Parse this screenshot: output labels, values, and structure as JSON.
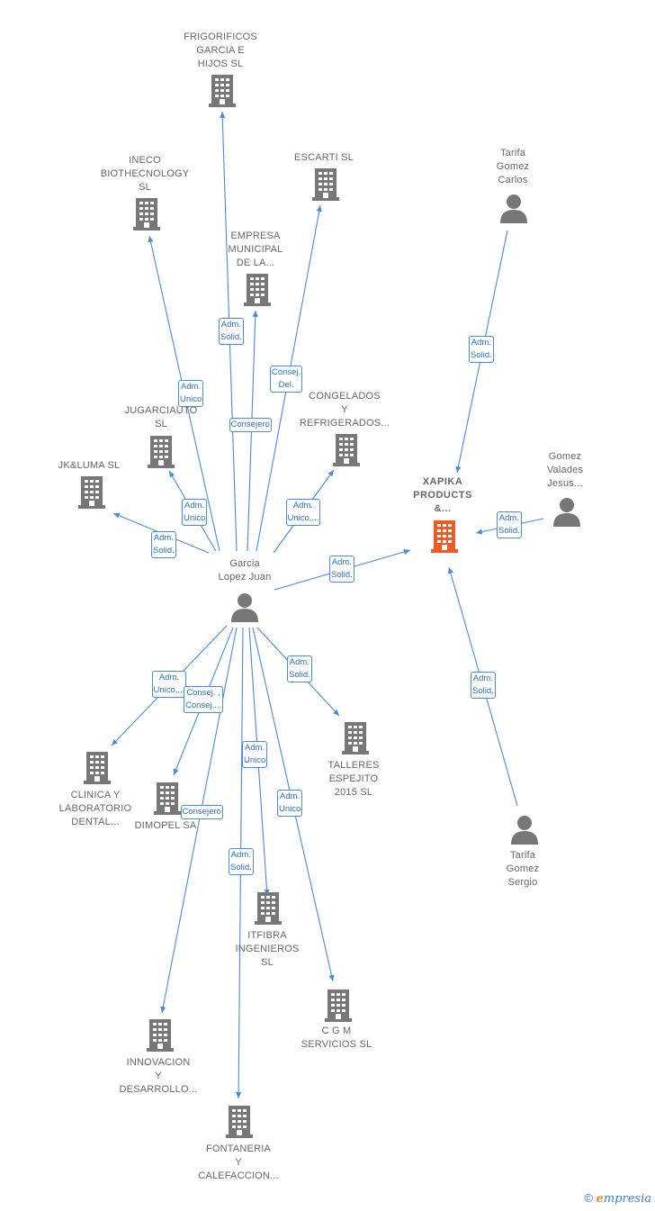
{
  "colors": {
    "edge": "#4a8ad8",
    "node": "#777777",
    "focus_node": "#f05a28"
  },
  "center": {
    "id": "garcia",
    "label": "Garcia\nLopez Juan",
    "type": "person"
  },
  "nodes": [
    {
      "id": "frigorificos",
      "label": "FRIGORIFICOS\nGARCIA E\nHIJOS  SL",
      "type": "company"
    },
    {
      "id": "escarti",
      "label": "ESCARTI SL",
      "type": "company"
    },
    {
      "id": "ineco",
      "label": "INECO\nBIOTHECNOLOGY\nSL",
      "type": "company"
    },
    {
      "id": "empresa",
      "label": "EMPRESA\nMUNICIPAL\nDE LA...",
      "type": "company"
    },
    {
      "id": "congelados",
      "label": "CONGELADOS\nY\nREFRIGERADOS...",
      "type": "company"
    },
    {
      "id": "jugarciauto",
      "label": "JUGARCIAUTO\nSL",
      "type": "company"
    },
    {
      "id": "jkluma",
      "label": "JK&LUMA  SL",
      "type": "company"
    },
    {
      "id": "xapika",
      "label": "XAPIKA\nPRODUCTS\n&...",
      "type": "focus"
    },
    {
      "id": "tarifa_carlos",
      "label": "Tarifa\nGomez\nCarlos",
      "type": "person"
    },
    {
      "id": "gomez_valades",
      "label": "Gomez\nValades\nJesus...",
      "type": "person"
    },
    {
      "id": "tarifa_sergio",
      "label": "Tarifa\nGomez\nSergio",
      "type": "person"
    },
    {
      "id": "talleres",
      "label": "TALLERES\nESPEJITO\n2015  SL",
      "type": "company"
    },
    {
      "id": "clinica",
      "label": "CLINICA Y\nLABORATORIO\nDENTAL...",
      "type": "company"
    },
    {
      "id": "dimopel",
      "label": "DIMOPEL SA",
      "type": "company"
    },
    {
      "id": "itfibra",
      "label": "ITFIBRA\nINGENIEROS\nSL",
      "type": "company"
    },
    {
      "id": "cgm",
      "label": "C G M\nSERVICIOS  SL",
      "type": "company"
    },
    {
      "id": "innovacion",
      "label": "INNOVACION\nY\nDESARROLLO...",
      "type": "company"
    },
    {
      "id": "fontaneria",
      "label": "FONTANERIA\nY\nCALEFACCION...",
      "type": "company"
    }
  ],
  "edges": [
    {
      "from": "garcia",
      "to": "frigorificos",
      "label": "Adm.\nSolid."
    },
    {
      "from": "garcia",
      "to": "escarti",
      "label": "Consej.\nDel."
    },
    {
      "from": "garcia",
      "to": "ineco",
      "label": "Adm.\nUnico"
    },
    {
      "from": "garcia",
      "to": "empresa",
      "label": "Consejero"
    },
    {
      "from": "garcia",
      "to": "congelados",
      "label": "Adm.\nUnico,..."
    },
    {
      "from": "garcia",
      "to": "jugarciauto",
      "label": "Adm.\nUnico"
    },
    {
      "from": "garcia",
      "to": "jkluma",
      "label": "Adm.\nSolid."
    },
    {
      "from": "garcia",
      "to": "xapika",
      "label": "Adm.\nSolid."
    },
    {
      "from": "tarifa_carlos",
      "to": "xapika",
      "label": "Adm.\nSolid."
    },
    {
      "from": "gomez_valades",
      "to": "xapika",
      "label": "Adm.\nSolid."
    },
    {
      "from": "tarifa_sergio",
      "to": "xapika",
      "label": "Adm.\nSolid."
    },
    {
      "from": "garcia",
      "to": "talleres",
      "label": "Adm.\nSolid."
    },
    {
      "from": "garcia",
      "to": "clinica",
      "label": "Adm.\nUnico,..."
    },
    {
      "from": "garcia",
      "to": "dimopel",
      "label": "Consej. ,\nConsej...."
    },
    {
      "from": "garcia",
      "to": "itfibra",
      "label": "Adm.\nUnico"
    },
    {
      "from": "garcia",
      "to": "cgm",
      "label": "Adm.\nUnico"
    },
    {
      "from": "garcia",
      "to": "innovacion",
      "label": "Consejero"
    },
    {
      "from": "garcia",
      "to": "fontaneria",
      "label": "Adm.\nSolid."
    }
  ],
  "footer": {
    "copyright": "©",
    "brand_first": "e",
    "brand_rest": "mpresia"
  }
}
